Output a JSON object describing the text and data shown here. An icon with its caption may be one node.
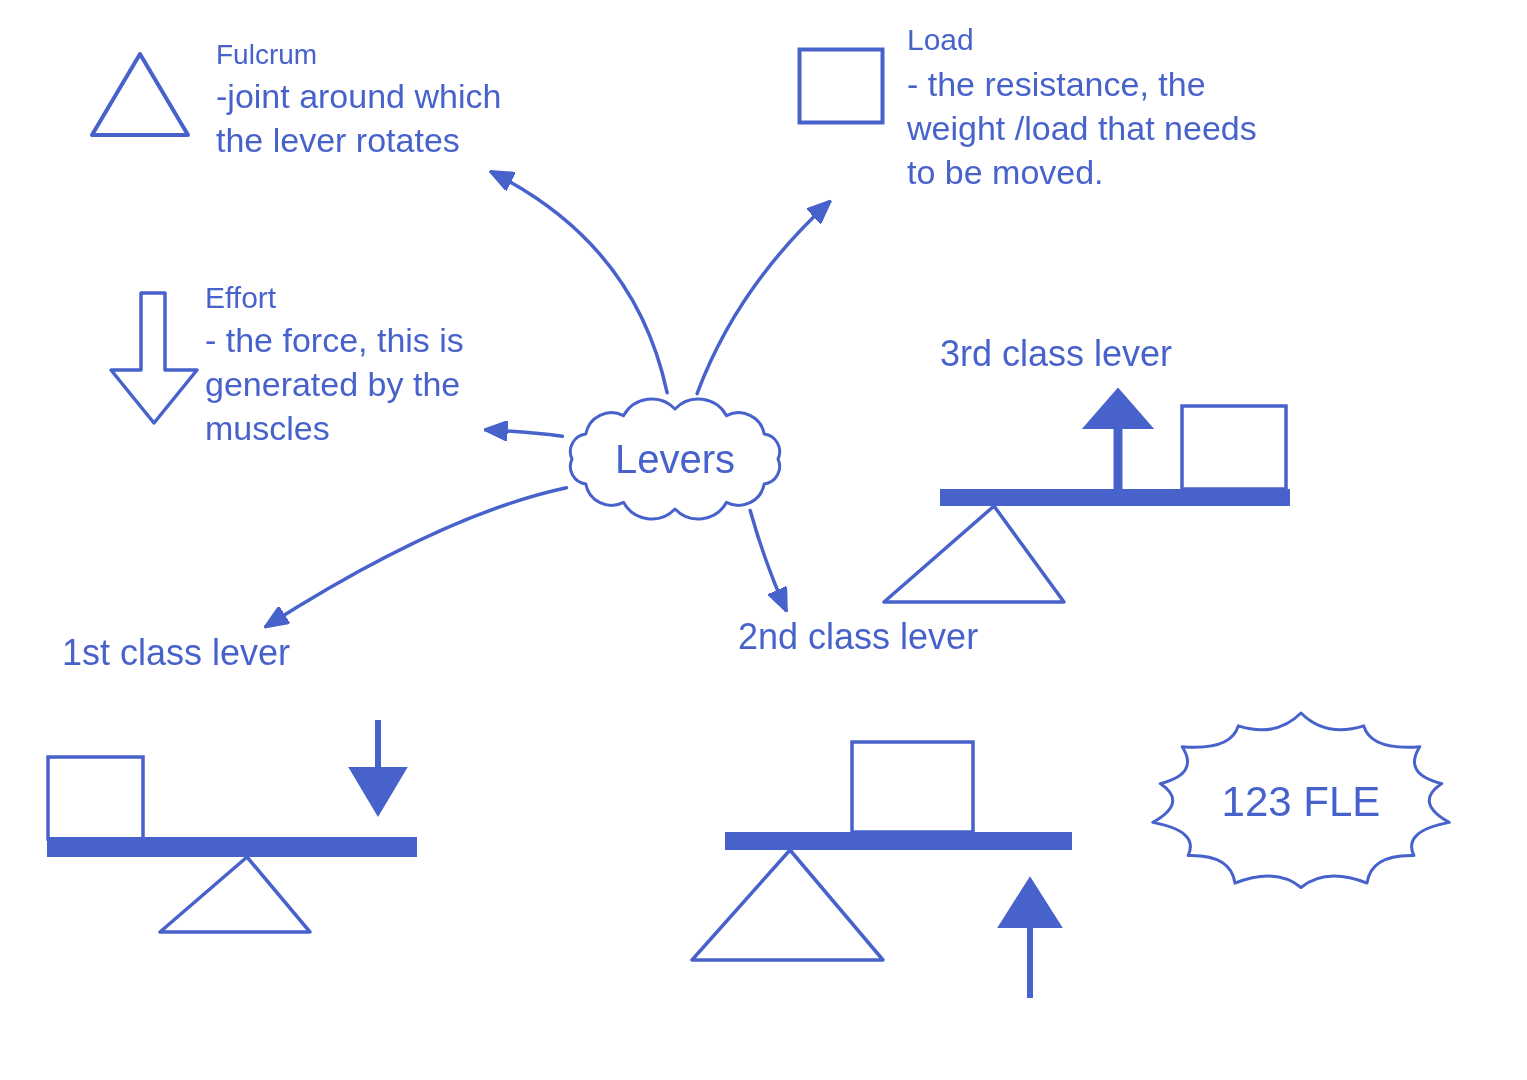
{
  "diagram": {
    "nodes": [
      {
        "text": [
          "Fulcrum",
          "-joint around which the lever rotates"
        ]
      },
      {
        "text": [
          "Load",
          "- the resistance, the weight /load that needs to be moved."
        ]
      },
      {
        "text": [
          "Effort",
          "- the force, this is generated by the muscles"
        ]
      },
      {
        "text": [
          "Levers"
        ]
      },
      {
        "text": [
          "1st class lever"
        ]
      },
      {
        "text": [
          "2nd class lever"
        ]
      },
      {
        "text": [
          "123 FLE"
        ]
      }
    ],
    "edges": [
      {
        "from": 3,
        "to": 0,
        "arrow": "to"
      },
      {
        "from": 3,
        "to": 1,
        "arrow": "to"
      },
      {
        "from": 3,
        "to": 2,
        "arrow": "to"
      },
      {
        "from": 3,
        "to": 4,
        "arrow": "to"
      },
      {
        "from": 3,
        "to": 5,
        "arrow": "to"
      }
    ],
    "labels": [
      "3rd class lever"
    ]
  }
}
